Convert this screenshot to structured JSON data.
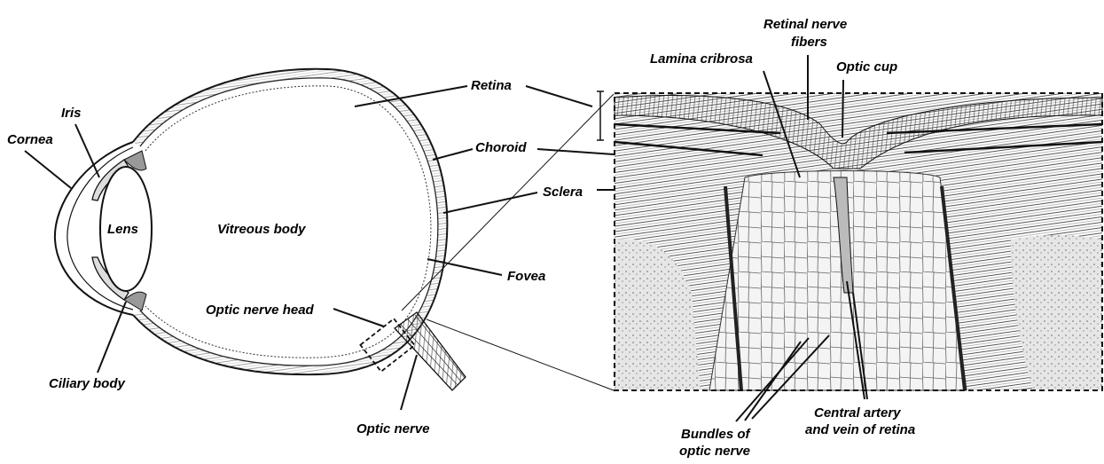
{
  "labels": {
    "cornea": "Cornea",
    "iris": "Iris",
    "lens": "Lens",
    "vitreous_body": "Vitreous body",
    "ciliary_body": "Ciliary body",
    "optic_nerve_head": "Optic nerve head",
    "optic_nerve": "Optic nerve",
    "retina": "Retina",
    "choroid": "Choroid",
    "sclera": "Sclera",
    "fovea": "Fovea",
    "lamina_cribrosa": "Lamina cribrosa",
    "retinal_nerve_fibers_line1": "Retinal nerve",
    "retinal_nerve_fibers_line2": "fibers",
    "optic_cup": "Optic cup",
    "bundles_line1": "Bundles of",
    "bundles_line2": "optic nerve",
    "central_artery_line1": "Central artery",
    "central_artery_line2": "and vein of retina"
  }
}
